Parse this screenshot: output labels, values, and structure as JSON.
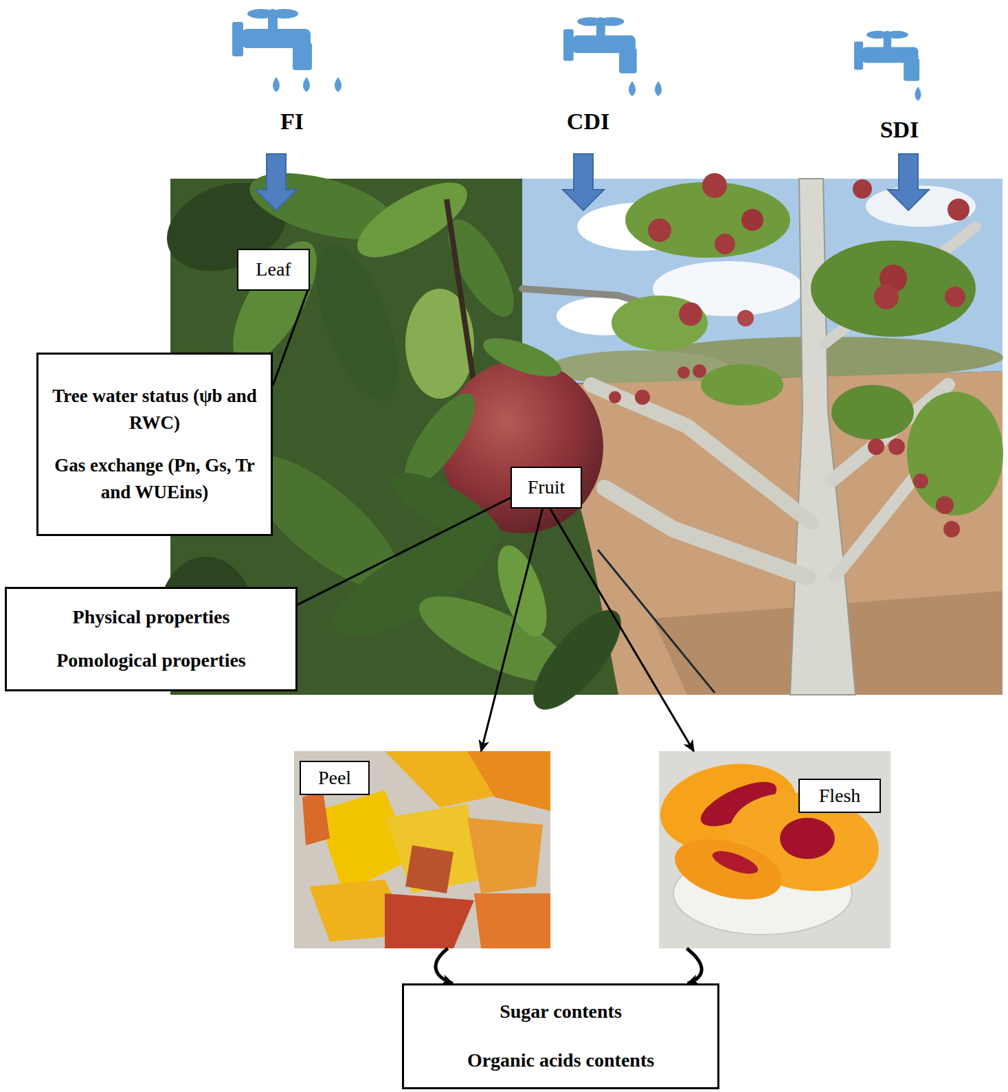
{
  "diagram": {
    "nodes": [
      {
        "text": [
          "Leaf"
        ]
      },
      {
        "text": [
          "Tree water status (ψb and RWC)",
          "Gas exchange (Pn, Gs, Tr and WUEins)"
        ]
      },
      {
        "text": [
          "Fruit"
        ]
      },
      {
        "text": [
          "Physical properties",
          "Pomological properties"
        ]
      },
      {
        "text": [
          "Peel"
        ]
      },
      {
        "text": [
          "Flesh"
        ]
      },
      {
        "text": [
          "Sugar contents",
          "Organic acids contents"
        ]
      }
    ],
    "edges": [
      {
        "from": 0,
        "to": 1,
        "arrow": "none"
      },
      {
        "from": 2,
        "to": 3,
        "arrow": "none"
      },
      {
        "from": 2,
        "to": 4,
        "arrow": "to"
      },
      {
        "from": 2,
        "to": 5,
        "arrow": "to"
      },
      {
        "from": 4,
        "to": 6,
        "arrow": "to"
      },
      {
        "from": 5,
        "to": 6,
        "arrow": "to"
      }
    ],
    "labels": [
      "FI",
      "CDI",
      "SDI"
    ]
  }
}
